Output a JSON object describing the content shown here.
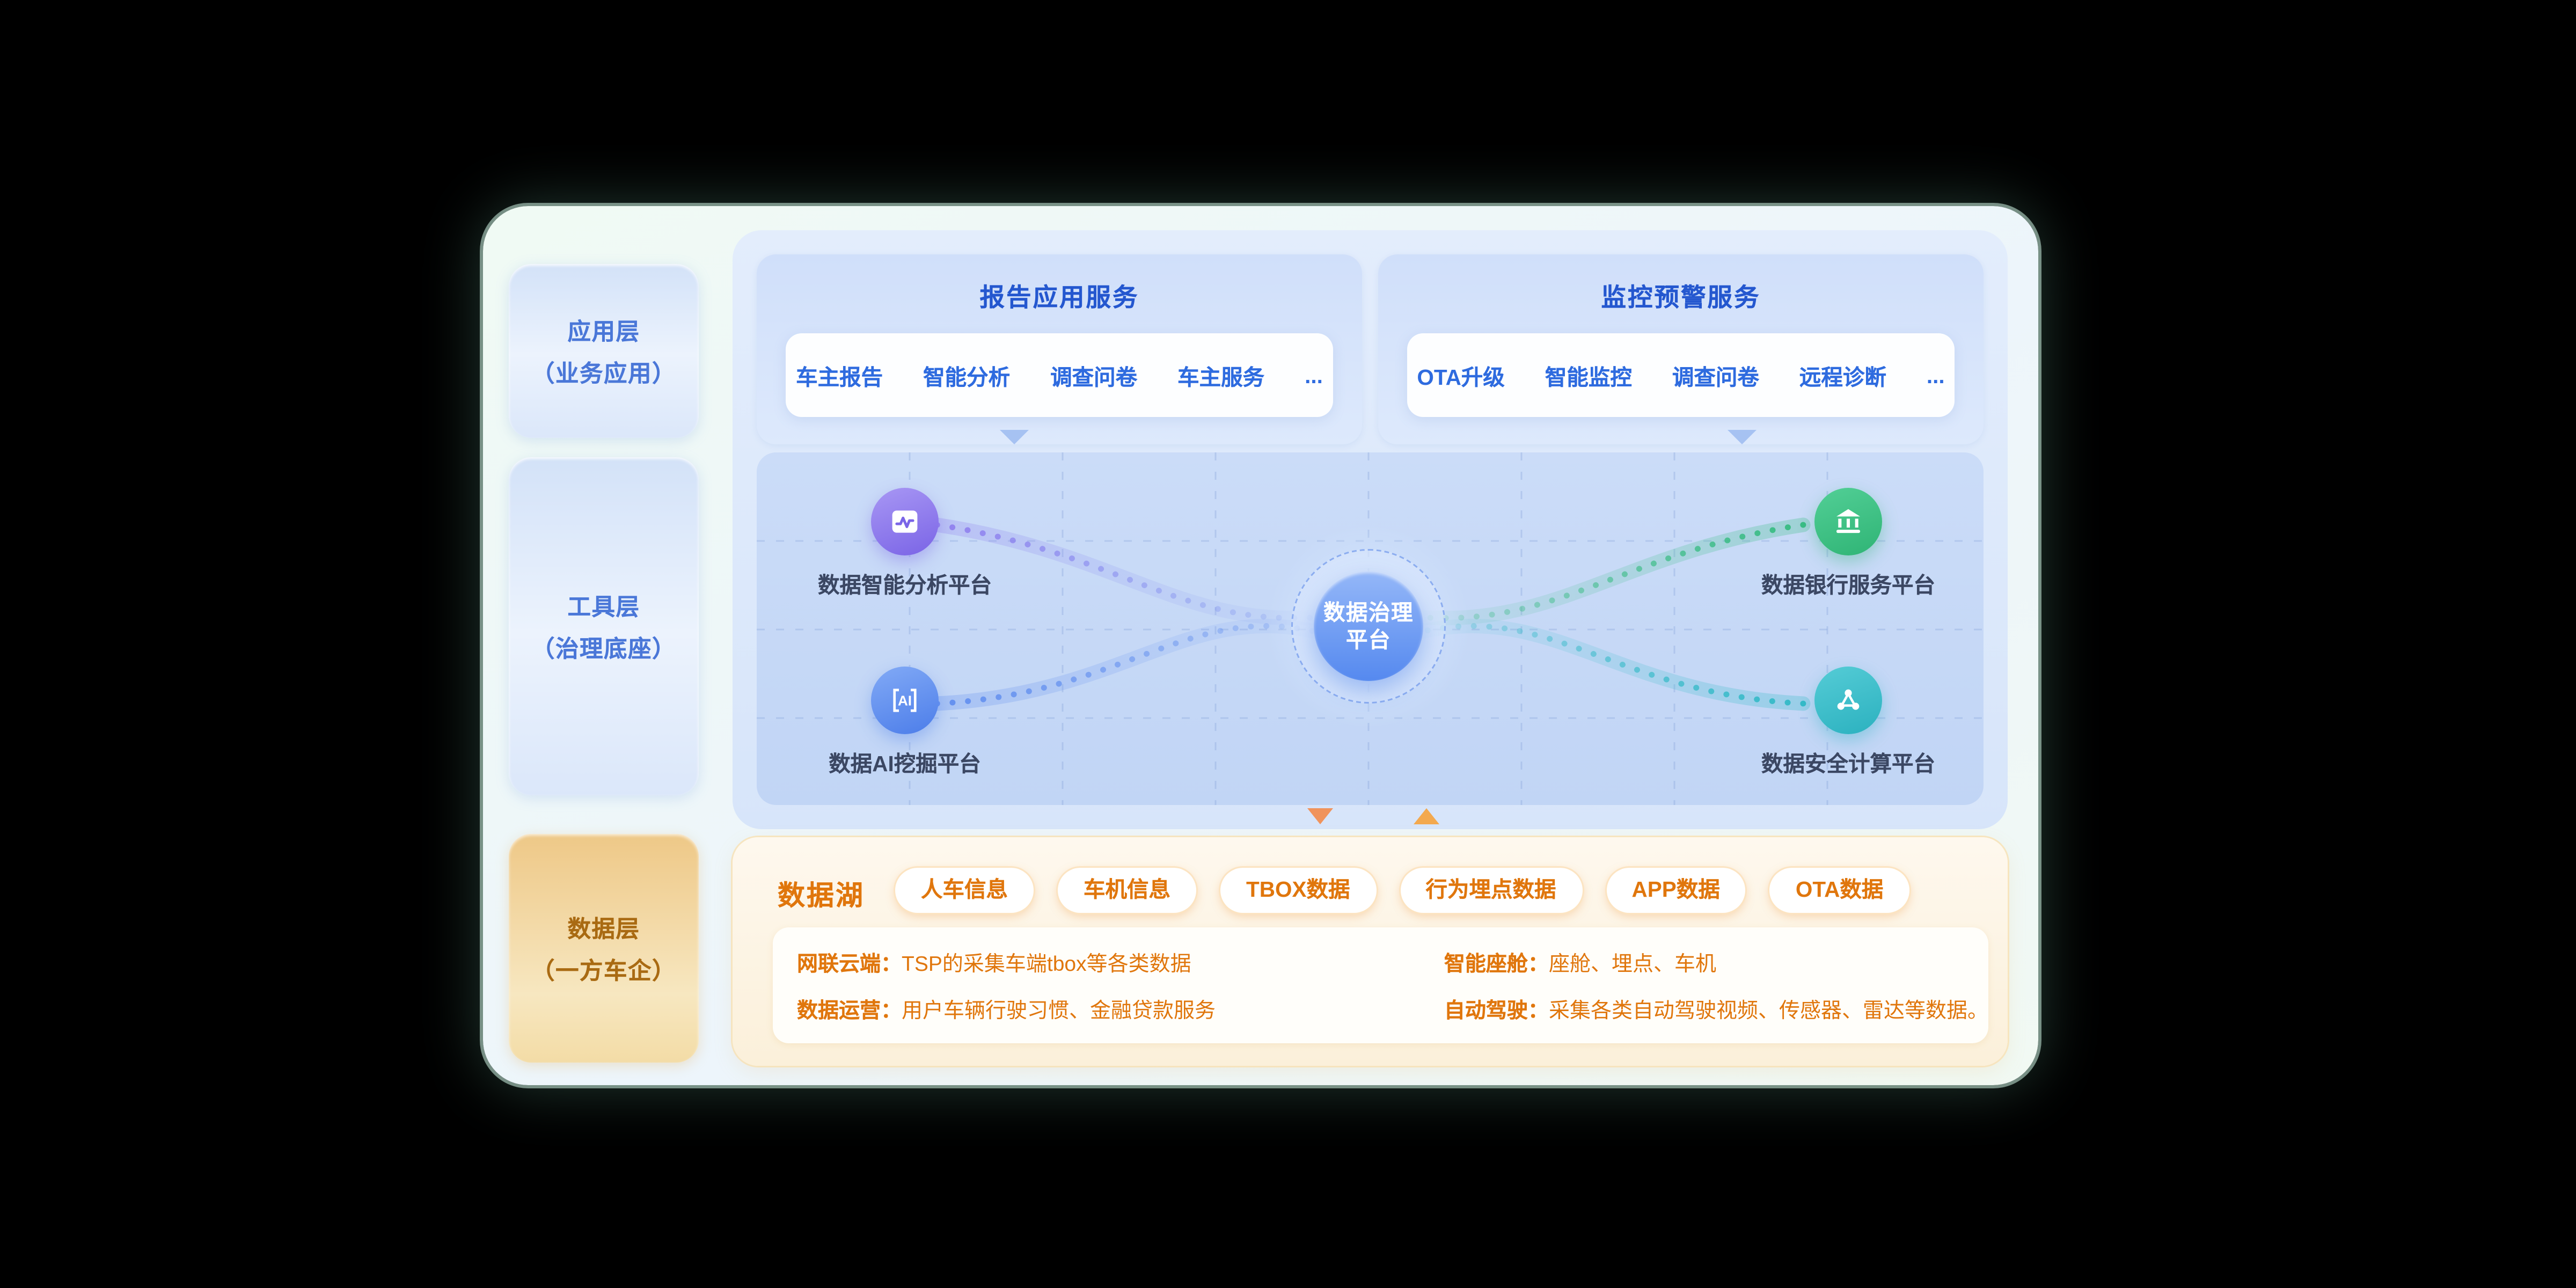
{
  "sidebar": {
    "layers": [
      {
        "title": "应用层",
        "subtitle": "（业务应用）"
      },
      {
        "title": "工具层",
        "subtitle": "（治理底座）"
      },
      {
        "title": "数据层",
        "subtitle": "（一方车企）"
      }
    ]
  },
  "services": [
    {
      "title": "报告应用服务",
      "items": [
        "车主报告",
        "智能分析",
        "调查问卷",
        "车主服务",
        "..."
      ]
    },
    {
      "title": "监控预警服务",
      "items": [
        "OTA升级",
        "智能监控",
        "调查问卷",
        "远程诊断",
        "..."
      ]
    }
  ],
  "governance_map": {
    "center": {
      "line1": "数据治理",
      "line2": "平台"
    },
    "ai_glyph": "AI",
    "nodes": [
      {
        "id": "analytics",
        "label": "数据智能分析平台",
        "icon": "analytics-wave-icon",
        "color": "#7a64e6"
      },
      {
        "id": "ai-mining",
        "label": "数据AI挖掘平台",
        "icon": "ai-brackets-icon",
        "color": "#4c7de9"
      },
      {
        "id": "bank",
        "label": "数据银行服务平台",
        "icon": "bank-icon",
        "color": "#2fb475"
      },
      {
        "id": "secure-compute",
        "label": "数据安全计算平台",
        "icon": "share-nodes-icon",
        "color": "#2bb1bf"
      }
    ]
  },
  "data_lake": {
    "title": "数据湖",
    "tags": [
      "人车信息",
      "车机信息",
      "TBOX数据",
      "行为埋点数据",
      "APP数据",
      "OTA数据"
    ],
    "details": [
      {
        "label": "网联云端：",
        "text": "TSP的采集车端tbox等各类数据"
      },
      {
        "label": "数据运营：",
        "text": "用户车辆行驶习惯、金融贷款服务"
      },
      {
        "label": "智能座舱：",
        "text": "座舱、埋点、车机"
      },
      {
        "label": "自动驾驶：",
        "text": "采集各类自动驾驶视频、传感器、雷达等数据。"
      }
    ]
  },
  "colors": {
    "accent_blue": "#2e6be6",
    "accent_orange": "#e0760c",
    "map_panel_blue": "#c9daf6",
    "lake_background": "#fdf4e4"
  }
}
